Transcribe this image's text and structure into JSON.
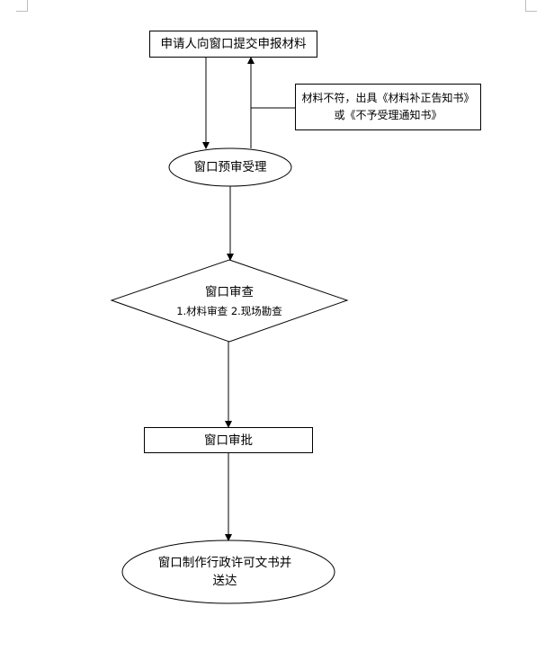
{
  "nodes": {
    "submit": "申请人向窗口提交申报材料",
    "note_line1": "材料不符，出具《材料补正告知书》",
    "note_line2": "或《不予受理通知书》",
    "pre_accept": "窗口预审受理",
    "review_title": "窗口审查",
    "review_items": "1.材料审查  2.现场勘查",
    "approve": "窗口审批",
    "issue_line1": "窗口制作行政许可文书并",
    "issue_line2": "送达"
  }
}
